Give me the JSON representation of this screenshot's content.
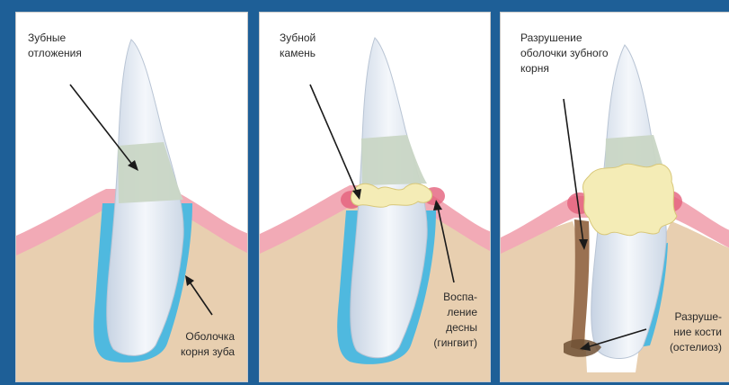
{
  "panels": [
    {
      "label_top": "Зубные\nотложения",
      "label_bottom": "Оболочка\nкорня зуба"
    },
    {
      "label_top": "Зубной\nкамень",
      "label_bottom": "Воспа-\nление\nдесны\n(гингвит)"
    },
    {
      "label_top": "Разрушение\nоболочки зубного\nкорня",
      "label_bottom": "Разруше-\nние кости\n(остелиоз)"
    }
  ],
  "colors": {
    "frame": "#1e5f97",
    "bone": "#e8cfb0",
    "gum": "#f2aab6",
    "root_sheath": "#4fb9df",
    "enamel": "#e9eff7",
    "plaque": "#c9d6c5",
    "tartar": "#f4ecb6",
    "arrow": "#1a1a1a"
  }
}
